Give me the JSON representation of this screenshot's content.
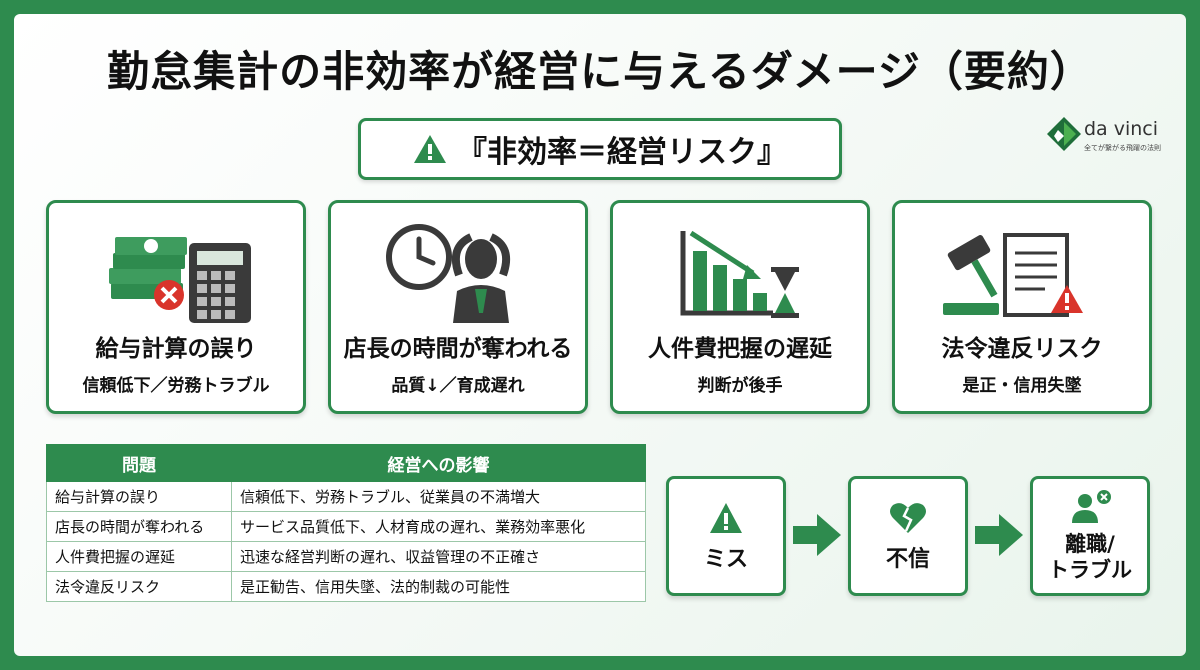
{
  "title": "勤怠集計の非効率が経営に与えるダメージ（要約）",
  "subtitle": "『非効率＝経営リスク』",
  "logo": {
    "name": "da vinci",
    "tagline": "全てが繋がる飛躍の法則"
  },
  "cards": [
    {
      "title": "給与計算の誤り",
      "subtitle": "信頼低下／労務トラブル",
      "icon": "money-calculator-icon"
    },
    {
      "title": "店長の時間が奪われる",
      "subtitle": "品質↓／育成遅れ",
      "icon": "clock-stressed-person-icon"
    },
    {
      "title": "人件費把握の遅延",
      "subtitle": "判断が後手",
      "icon": "declining-chart-hourglass-icon"
    },
    {
      "title": "法令違反リスク",
      "subtitle": "是正・信用失墜",
      "icon": "gavel-document-warning-icon"
    }
  ],
  "table": {
    "headers": [
      "問題",
      "経営への影響"
    ],
    "rows": [
      [
        "給与計算の誤り",
        "信頼低下、労務トラブル、従業員の不満増大"
      ],
      [
        "店長の時間が奪われる",
        "サービス品質低下、人材育成の遅れ、業務効率悪化"
      ],
      [
        "人件費把握の遅延",
        "迅速な経営判断の遅れ、収益管理の不正確さ"
      ],
      [
        "法令違反リスク",
        "是正勧告、信用失墜、法的制裁の可能性"
      ]
    ]
  },
  "flow": [
    {
      "label": "ミス",
      "icon": "warning-icon"
    },
    {
      "label": "不信",
      "icon": "broken-heart-icon"
    },
    {
      "label": "離職/\nトラブル",
      "line1": "離職/",
      "line2": "トラブル",
      "icon": "user-remove-icon"
    }
  ],
  "colors": {
    "primary": "#2e8b4e",
    "warning": "#d9342b"
  }
}
